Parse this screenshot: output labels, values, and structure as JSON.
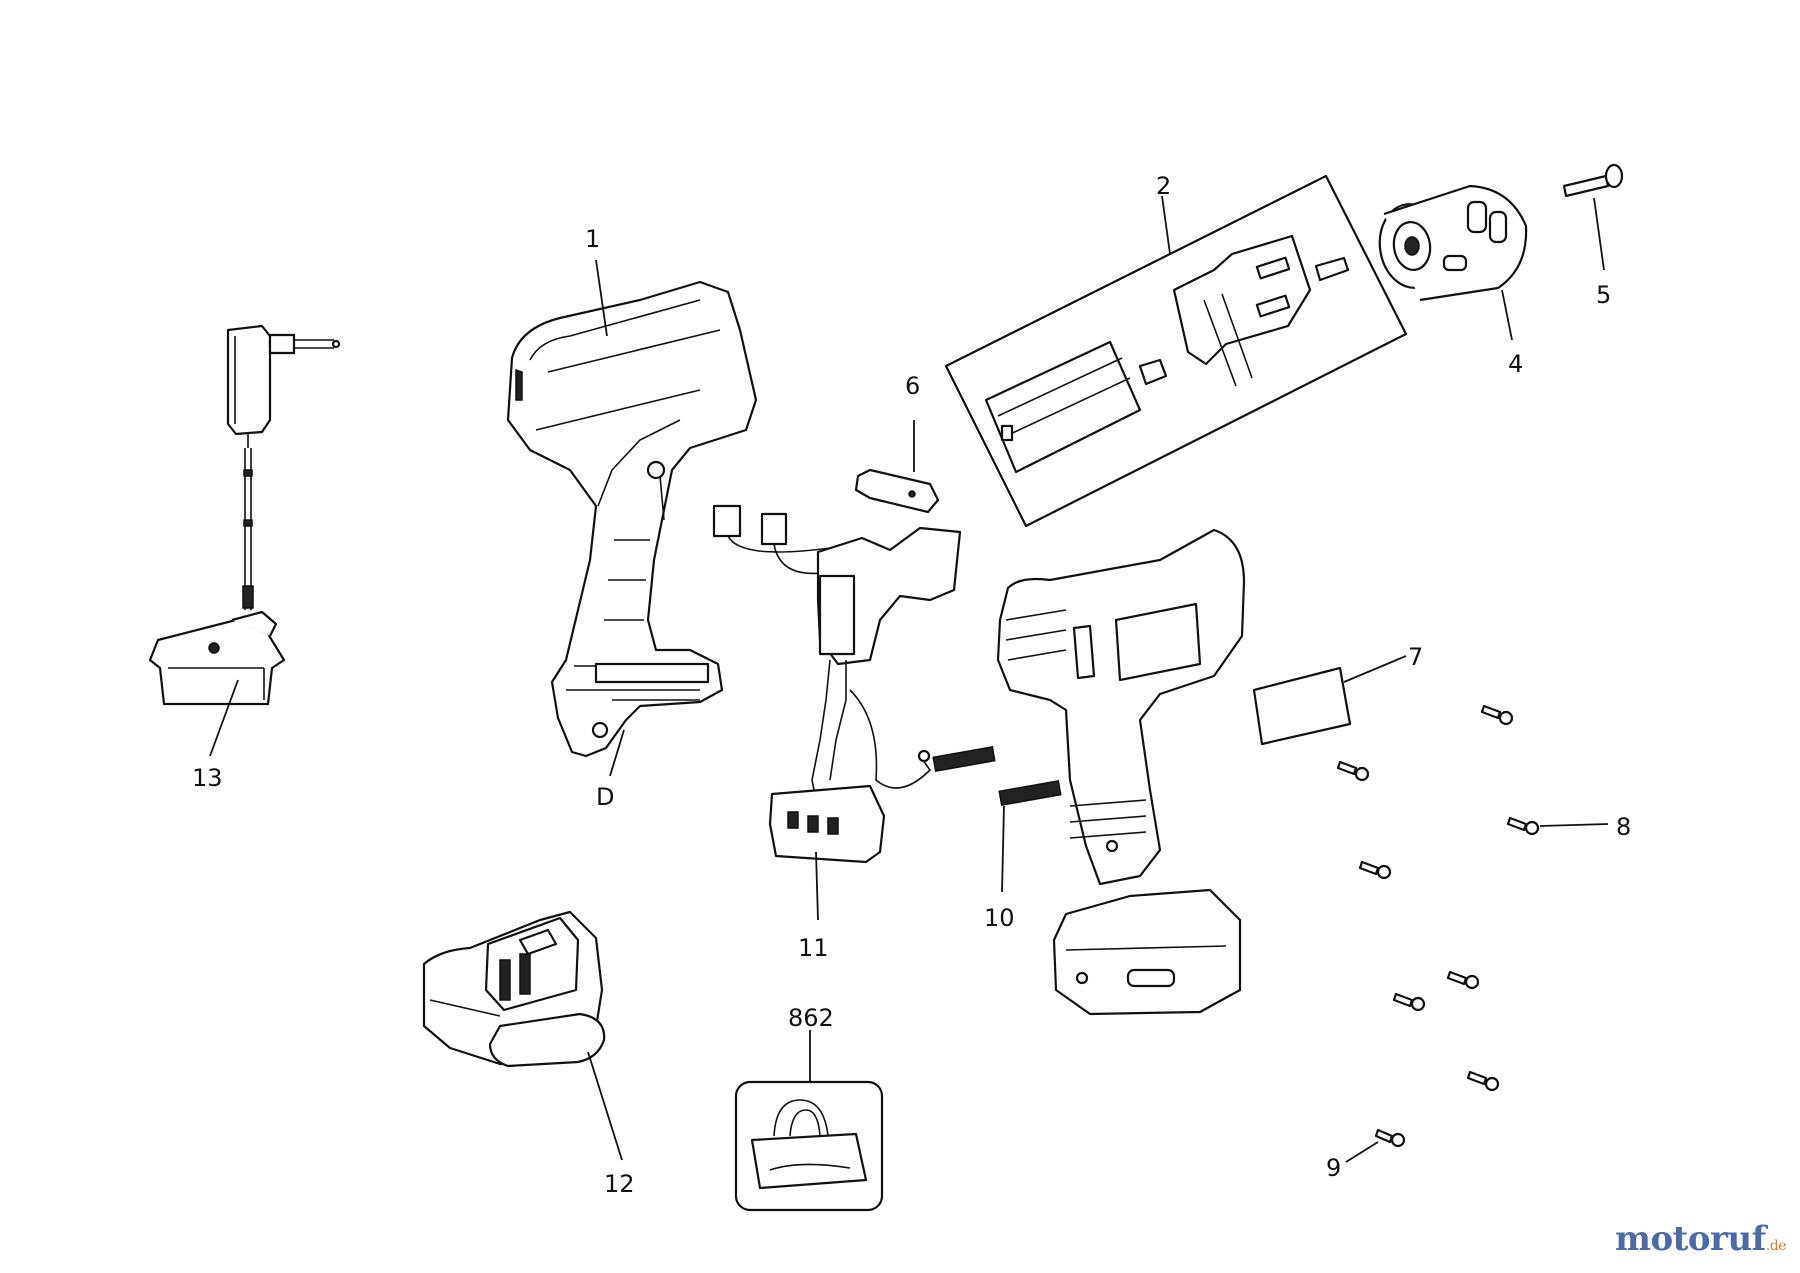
{
  "labels": {
    "p1": "1",
    "p2": "2",
    "p4": "4",
    "p5": "5",
    "p6": "6",
    "p7": "7",
    "p8": "8",
    "p9": "9",
    "p10": "10",
    "p11": "11",
    "p12": "12",
    "p13": "13",
    "pD": "D",
    "p862": "862"
  },
  "brand": {
    "part1": "motoruf",
    "part2": ".de",
    "color_primary": "#4a6aa8",
    "color_accent": "#e07a1f"
  }
}
